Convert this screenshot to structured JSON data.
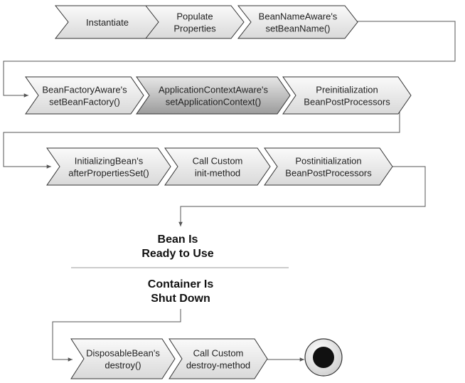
{
  "colors": {
    "shape_light": "#fafafa",
    "shape_mid": "#d9d9d9",
    "shape_highlight_light": "#e6e6e6",
    "shape_highlight_dark": "#9c9c9c",
    "stroke": "#333333",
    "connector": "#555555",
    "divider": "#999999",
    "end_fill": "#111111"
  },
  "steps": [
    {
      "id": "instantiate",
      "lines": [
        "Instantiate"
      ]
    },
    {
      "id": "populate-properties",
      "lines": [
        "Populate",
        "Properties"
      ]
    },
    {
      "id": "bean-name-aware",
      "lines": [
        "BeanNameAware's",
        "setBeanName()"
      ]
    },
    {
      "id": "bean-factory-aware",
      "lines": [
        "BeanFactoryAware's",
        "setBeanFactory()"
      ]
    },
    {
      "id": "application-context-aware",
      "lines": [
        "ApplicationContextAware's",
        "setApplicationContext()"
      ],
      "highlight": true
    },
    {
      "id": "preinitialization",
      "lines": [
        "Preinitialization",
        "BeanPostProcessors"
      ]
    },
    {
      "id": "initializing-bean",
      "lines": [
        "InitializingBean's",
        "afterPropertiesSet()"
      ]
    },
    {
      "id": "custom-init",
      "lines": [
        "Call Custom",
        "init-method"
      ]
    },
    {
      "id": "postinitialization",
      "lines": [
        "Postinitialization",
        "BeanPostProcessors"
      ]
    },
    {
      "id": "disposable-bean",
      "lines": [
        "DisposableBean's",
        "destroy()"
      ]
    },
    {
      "id": "custom-destroy",
      "lines": [
        "Call Custom",
        "destroy-method"
      ]
    }
  ],
  "states": {
    "ready": [
      "Bean Is",
      "Ready to Use"
    ],
    "shutdown": [
      "Container Is",
      "Shut Down"
    ]
  },
  "end_node": {
    "icon": "final-state-icon"
  }
}
